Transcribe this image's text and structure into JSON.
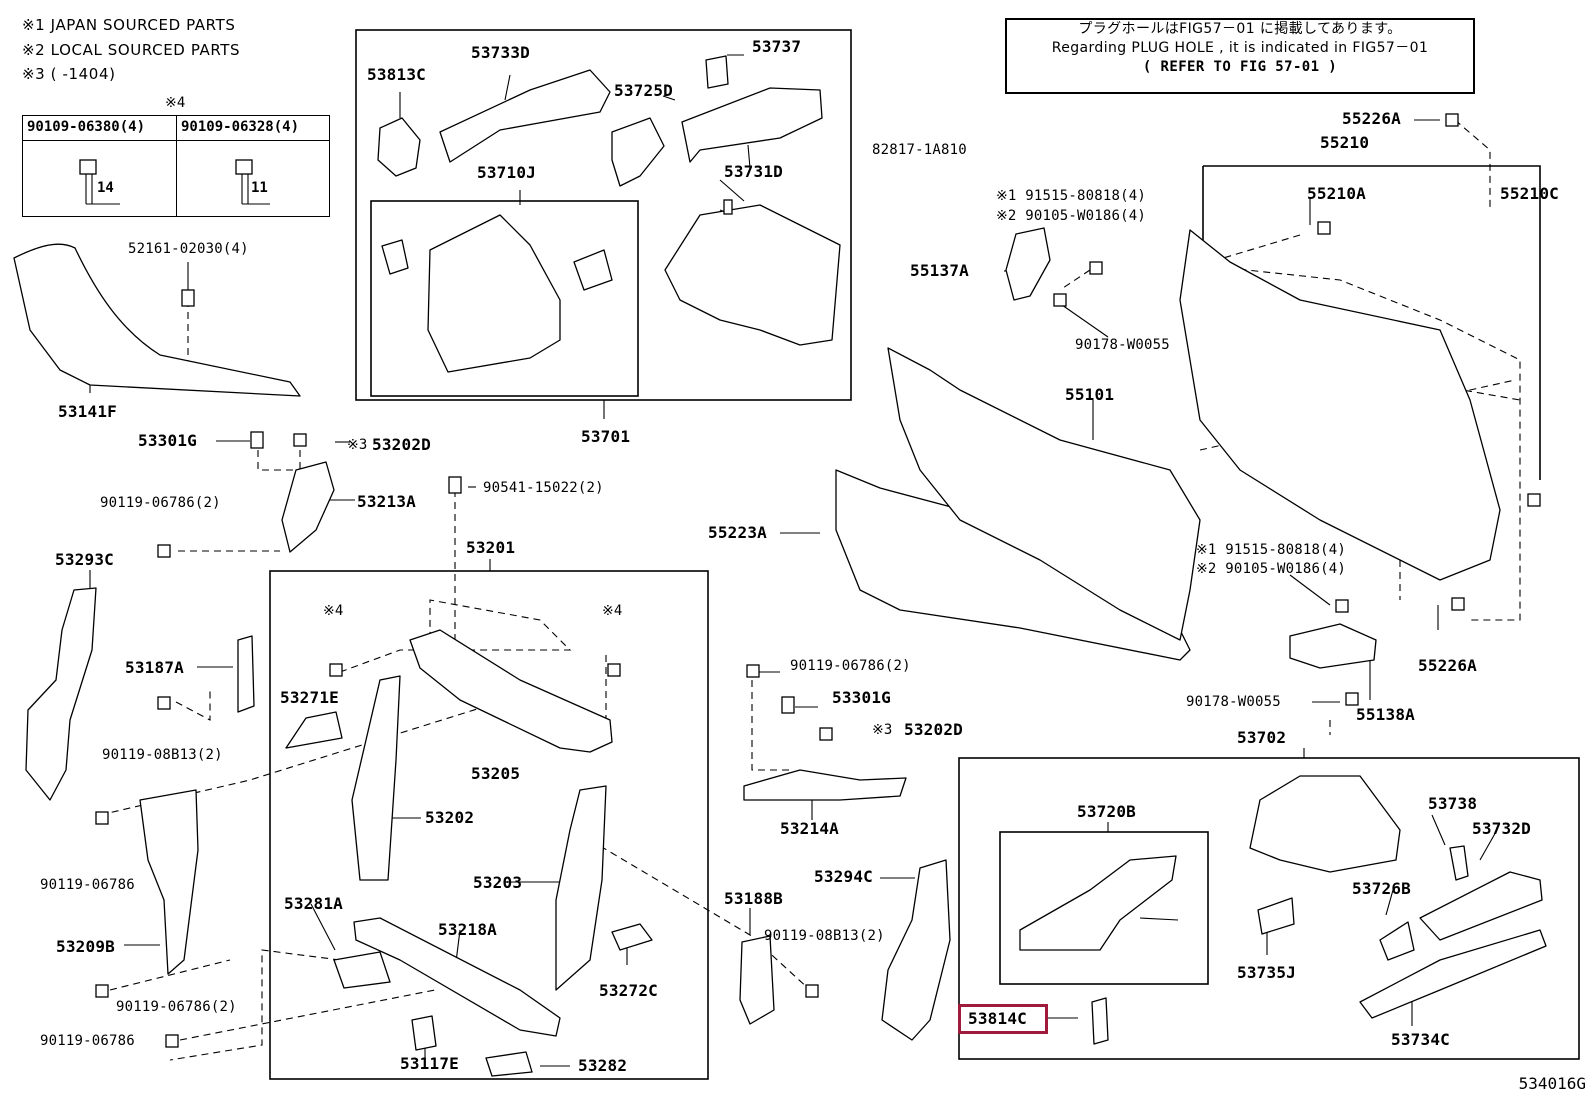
{
  "notes": [
    "※1 JAPAN SOURCED PARTS",
    "※2 LOCAL SOURCED PARTS",
    "※3 (      -1404)"
  ],
  "reference_box": {
    "line1": "プラグホールはFIG57－01 に掲載してあります。",
    "line2": "Regarding PLUG HOLE , it is indicated in FIG57－01",
    "line3": "(  REFER TO FIG 57-01 )"
  },
  "fastener_table": {
    "group_mark": "※4",
    "left_part": "90109-06380(4)",
    "right_part": "90109-06328(4)",
    "left_dim": "14",
    "right_dim": "11"
  },
  "figure_id": "534016G",
  "highlighted_part": "53814C",
  "highlight_color": "#a01a3c",
  "parts": {
    "p53813C": "53813C",
    "p53733D": "53733D",
    "p53737": "53737",
    "p53725D": "53725D",
    "p53731D": "53731D",
    "p53710J": "53710J",
    "p53701": "53701",
    "p82817": "82817-1A810",
    "p52161": "52161-02030(4)",
    "p53141F": "53141F",
    "p53301G_a": "53301G",
    "p53202D_a": "53202D",
    "mark3_a": "※3",
    "p53213A": "53213A",
    "p90541": "90541-15022(2)",
    "p90119_06786_2a": "90119-06786(2)",
    "p53293C": "53293C",
    "p53201": "53201",
    "mark4_a": "※4",
    "mark4_b": "※4",
    "p53187A": "53187A",
    "p53271E": "53271E",
    "p90119_08B13_2a": "90119-08B13(2)",
    "p53205": "53205",
    "p53202": "53202",
    "p90119_06786_a": "90119-06786",
    "p53203": "53203",
    "p53281A": "53281A",
    "p53218A": "53218A",
    "p53272C": "53272C",
    "p53209B": "53209B",
    "p90119_06786_2b": "90119-06786(2)",
    "p90119_06786_b": "90119-06786",
    "p53117E": "53117E",
    "p53282": "53282",
    "p90119_06786_2c": "90119-06786(2)",
    "p53301G_b": "53301G",
    "p53202D_b": "53202D",
    "mark3_b": "※3",
    "p53214A": "53214A",
    "p53188B": "53188B",
    "p90119_08B13_2b": "90119-08B13(2)",
    "p53294C": "53294C",
    "p55226A_a": "55226A",
    "p55210": "55210",
    "p55210A": "55210A",
    "p55210C": "55210C",
    "p91515_a": "※1 91515-80818(4)",
    "p90105_a": "※2 90105-W0186(4)",
    "p55137A": "55137A",
    "p90178_a": "90178-W0055",
    "p55101": "55101",
    "p55223A": "55223A",
    "p91515_b": "※1 91515-80818(4)",
    "p90105_b": "※2 90105-W0186(4)",
    "p55226A_b": "55226A",
    "p90178_b": "90178-W0055",
    "p55138A": "55138A",
    "p53702": "53702",
    "p53720B": "53720B",
    "p53738": "53738",
    "p53732D": "53732D",
    "p53726B": "53726B",
    "p53735J": "53735J",
    "p53814C": "53814C",
    "p53734C": "53734C"
  }
}
